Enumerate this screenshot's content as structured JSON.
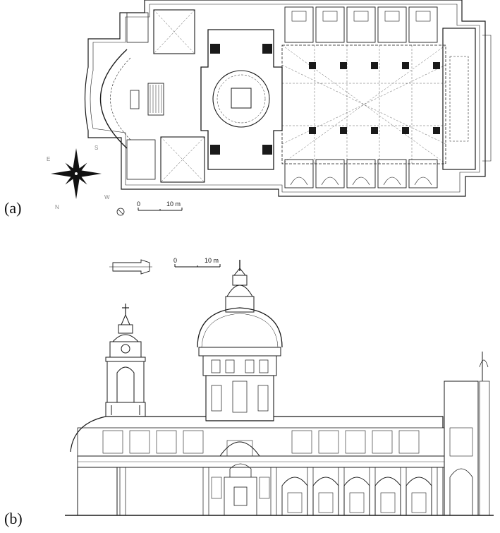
{
  "panels": [
    {
      "label": "(a)",
      "scale": {
        "start": "0",
        "end": "10 m"
      },
      "compass": {
        "north": "N",
        "south": "S",
        "east": "E",
        "west": "W"
      }
    },
    {
      "label": "(b)",
      "scale": {
        "start": "0",
        "end": "10 m"
      }
    }
  ],
  "colors": {
    "ink": "#1a1a1a",
    "hatch": "#555555",
    "paper": "#ffffff"
  }
}
